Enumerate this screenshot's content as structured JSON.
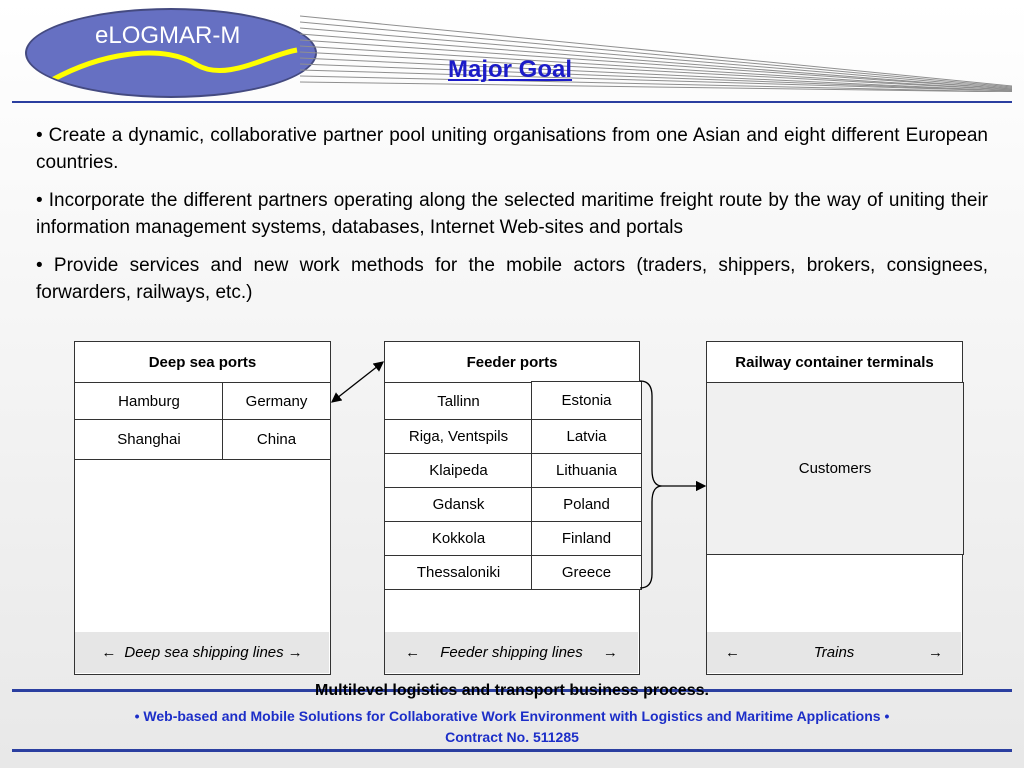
{
  "logo": {
    "text": "eLOGMAR-M"
  },
  "title": "Major Goal",
  "bullets": [
    "•   Create a dynamic, collaborative partner pool uniting organisations from one Asian   and eight different European countries.",
    "•   Incorporate the different partners operating along the selected maritime freight   route      by the way of uniting their information management systems, databases,   Internet  Web-sites  and portals",
    "•   Provide services and new work methods for the mobile actors (traders, shippers,    brokers, consignees, forwarders, railways, etc.)"
  ],
  "deep_sea": {
    "header": "Deep sea ports",
    "rows": [
      {
        "city": "Hamburg",
        "country": "Germany"
      },
      {
        "city": "Shanghai",
        "country": "China"
      }
    ],
    "footer": "Deep sea shipping lines"
  },
  "feeder": {
    "header": "Feeder ports",
    "rows": [
      {
        "city": "Tallinn",
        "country": "Estonia"
      },
      {
        "city": "Riga, Ventspils",
        "country": "Latvia"
      },
      {
        "city": "Klaipeda",
        "country": "Lithuania"
      },
      {
        "city": "Gdansk",
        "country": "Poland"
      },
      {
        "city": "Kokkola",
        "country": "Finland"
      },
      {
        "city": "Thessaloniki",
        "country": "Greece"
      }
    ],
    "footer": "Feeder shipping lines"
  },
  "railway": {
    "header": "Railway container terminals",
    "customers": "Customers",
    "footer": "Trains"
  },
  "arrows": {
    "left": "←",
    "right": "→"
  },
  "caption": "Multilevel logistics and transport business process.",
  "footer": {
    "line1": "• Web-based and Mobile Solutions for Collaborative Work Environment with Logistics and Maritime Applications •",
    "line2": "Contract No. 511285"
  },
  "colors": {
    "accent": "#1c1cc8",
    "rule": "#2b3fa0",
    "logo_bg": "#6670c2",
    "swoosh": "#ffff00"
  }
}
